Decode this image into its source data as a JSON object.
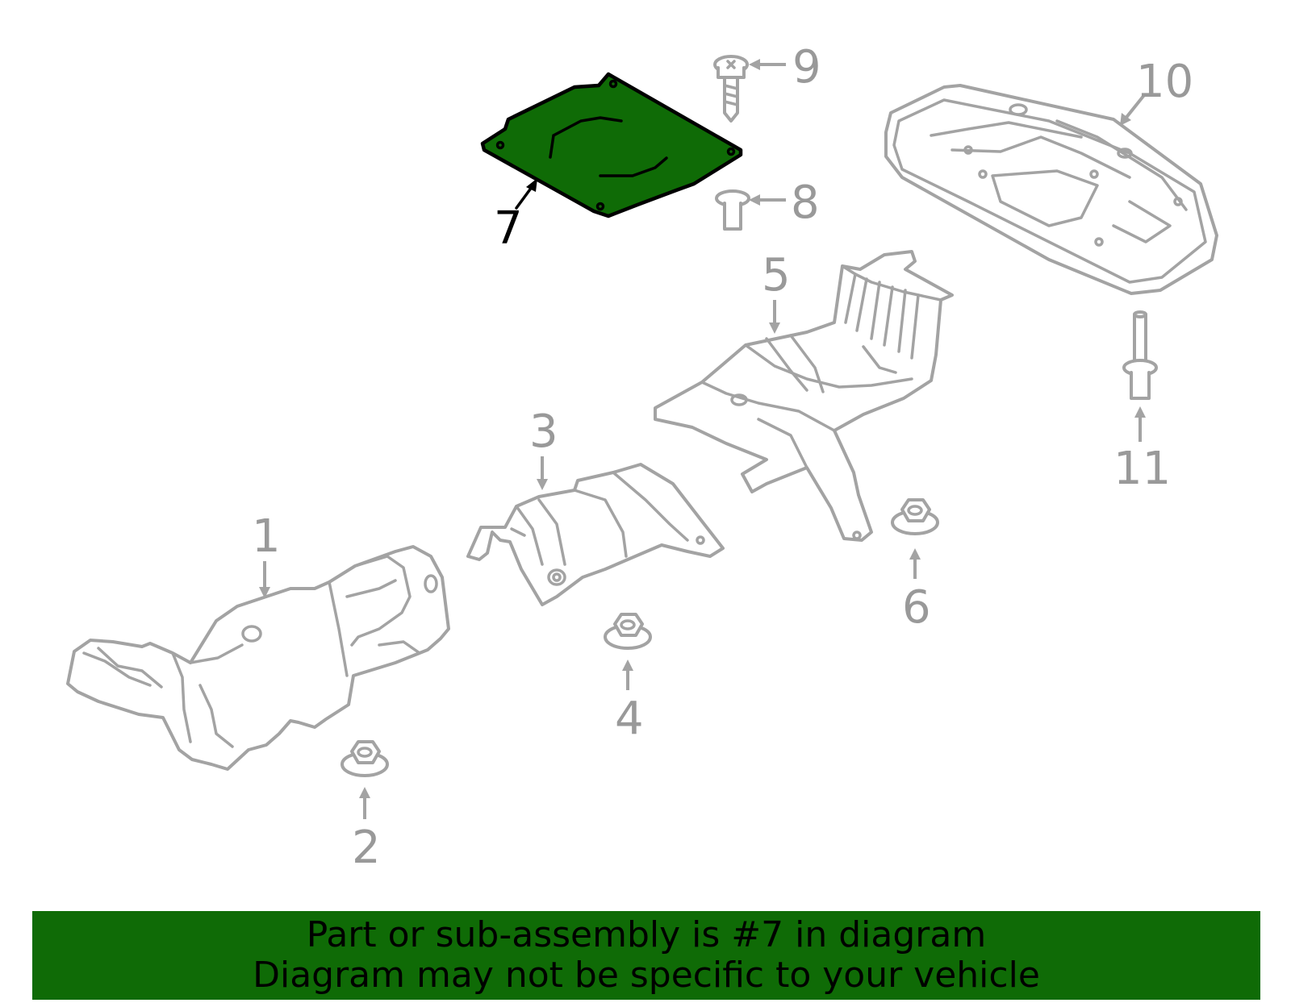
{
  "colors": {
    "highlight": "#0f6b06",
    "outline": "#a3a3a3",
    "callout_text": "#999999",
    "highlight_outline": "#000000",
    "banner_text": "#000000"
  },
  "highlighted_part": "7",
  "callouts": {
    "c1": "1",
    "c2": "2",
    "c3": "3",
    "c4": "4",
    "c5": "5",
    "c6": "6",
    "c7": "7",
    "c8": "8",
    "c9": "9",
    "c10": "10",
    "c11": "11"
  },
  "banner": {
    "line1": "Part or sub-assembly is #7 in diagram",
    "line2": "Diagram may not be specific to your vehicle"
  }
}
